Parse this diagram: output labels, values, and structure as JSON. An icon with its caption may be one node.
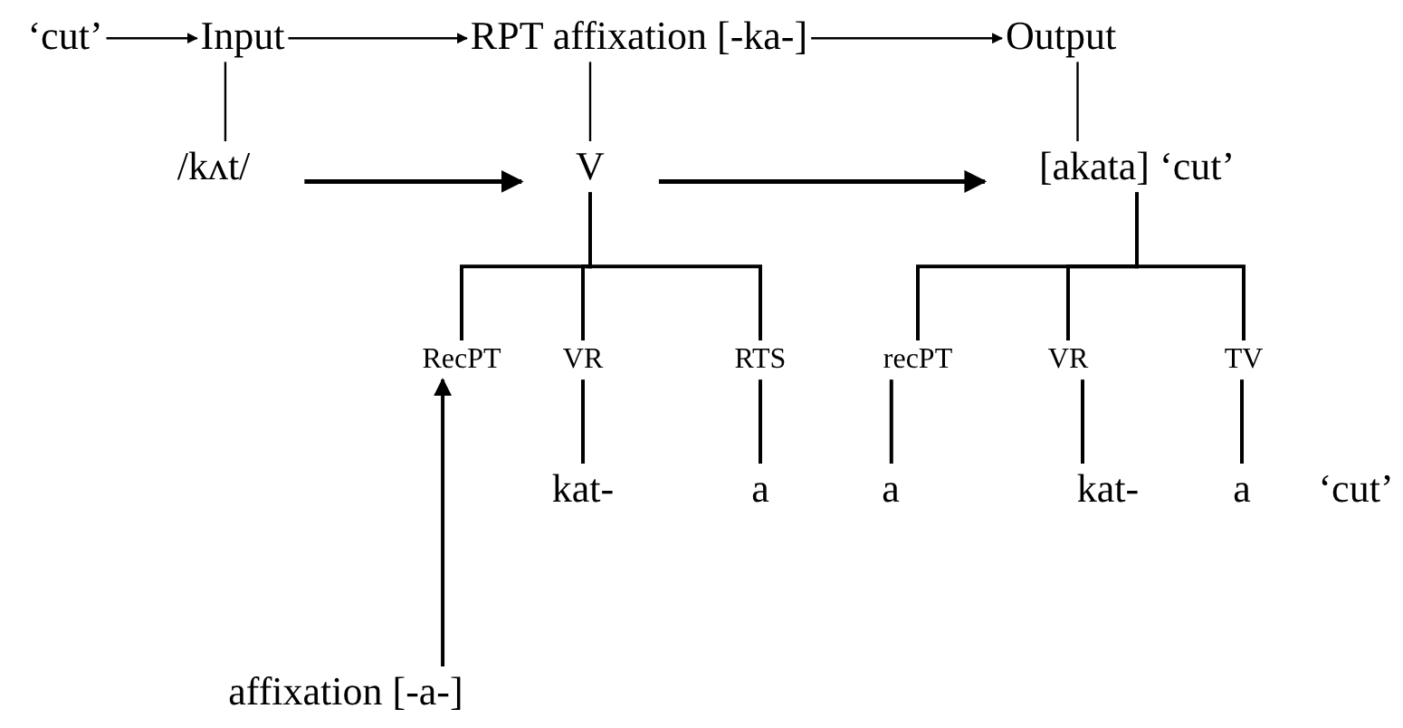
{
  "diagram": {
    "nodes": [
      {
        "text": [
          "‘cut’"
        ]
      },
      {
        "text": [
          "Input"
        ]
      },
      {
        "text": [
          "RPT affixation [-ka-]"
        ]
      },
      {
        "text": [
          "Output"
        ]
      },
      {
        "text": [
          "/kʌt/"
        ]
      },
      {
        "text": [
          "V"
        ]
      },
      {
        "text": [
          "[akata] ‘cut’"
        ]
      },
      {
        "text": [
          "RecPT"
        ]
      },
      {
        "text": [
          "VR"
        ]
      },
      {
        "text": [
          "RTS"
        ]
      },
      {
        "text": [
          "recPT"
        ]
      },
      {
        "text": [
          "VR"
        ]
      },
      {
        "text": [
          "TV"
        ]
      },
      {
        "text": [
          "kat-"
        ]
      },
      {
        "text": [
          "a"
        ]
      },
      {
        "text": [
          "a"
        ]
      },
      {
        "text": [
          "kat-"
        ]
      },
      {
        "text": [
          "a"
        ]
      },
      {
        "text": [
          "affixation [-a-]"
        ]
      }
    ],
    "edges": [
      {
        "from": 0,
        "to": 1,
        "arrow": "to"
      },
      {
        "from": 1,
        "to": 2,
        "arrow": "to"
      },
      {
        "from": 2,
        "to": 3,
        "arrow": "to"
      },
      {
        "from": 1,
        "to": 4,
        "arrow": "none"
      },
      {
        "from": 2,
        "to": 5,
        "arrow": "none"
      },
      {
        "from": 3,
        "to": 6,
        "arrow": "none"
      },
      {
        "from": 4,
        "to": 5,
        "arrow": "to"
      },
      {
        "from": 5,
        "to": 6,
        "arrow": "to"
      },
      {
        "from": 5,
        "to": 7,
        "arrow": "none"
      },
      {
        "from": 5,
        "to": 8,
        "arrow": "none"
      },
      {
        "from": 5,
        "to": 9,
        "arrow": "none"
      },
      {
        "from": 6,
        "to": 10,
        "arrow": "none"
      },
      {
        "from": 6,
        "to": 11,
        "arrow": "none"
      },
      {
        "from": 6,
        "to": 12,
        "arrow": "none"
      },
      {
        "from": 8,
        "to": 13,
        "arrow": "none"
      },
      {
        "from": 9,
        "to": 14,
        "arrow": "none"
      },
      {
        "from": 10,
        "to": 15,
        "arrow": "none"
      },
      {
        "from": 11,
        "to": 16,
        "arrow": "none"
      },
      {
        "from": 12,
        "to": 17,
        "arrow": "none"
      },
      {
        "from": 18,
        "to": 7,
        "arrow": "to"
      }
    ],
    "labels": [
      "‘cut’"
    ]
  }
}
